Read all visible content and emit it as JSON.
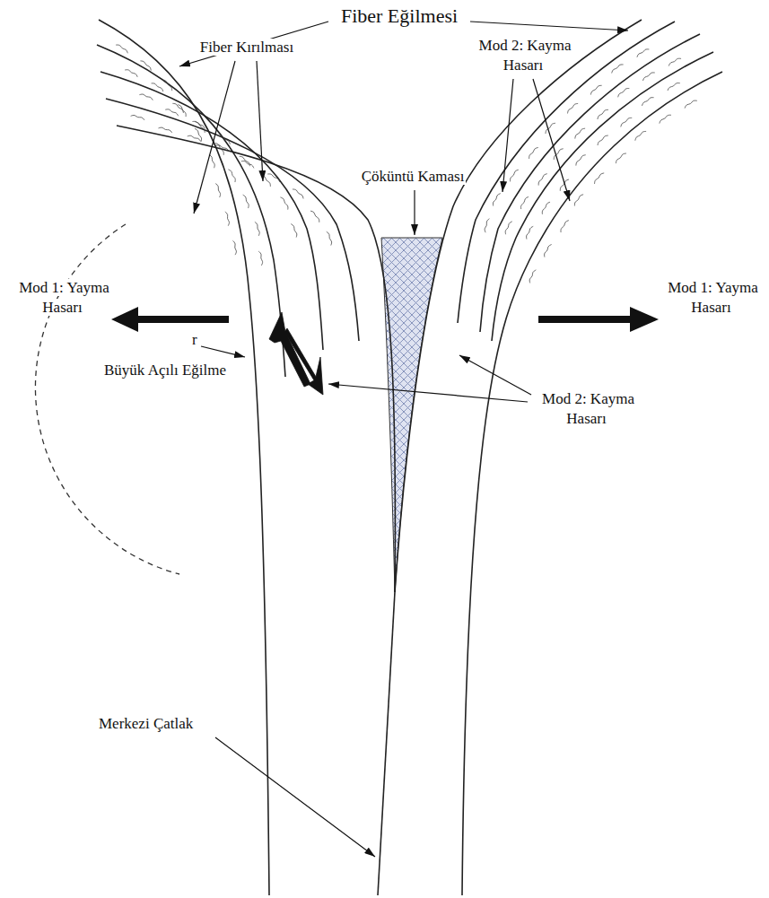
{
  "diagram": {
    "labels": [
      "Fiber Eğilmesi",
      "Fiber Kırılması",
      "Mod 2: Kayma Hasarı",
      "Çöküntü Kaması",
      "Mod 1: Yayma Hasarı",
      "r",
      "Büyük Açılı Eğilme",
      "Mod 2: Kayma Hasarı",
      "Mod 1: Yayma Hasarı",
      "Merkezi Çatlak"
    ]
  }
}
